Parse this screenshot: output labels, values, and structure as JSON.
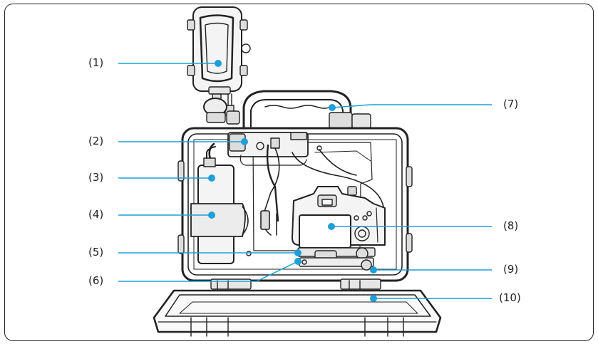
{
  "callouts": [
    {
      "id": "1",
      "text": "(1)"
    },
    {
      "id": "2",
      "text": "(2)"
    },
    {
      "id": "3",
      "text": "(3)"
    },
    {
      "id": "4",
      "text": "(4)"
    },
    {
      "id": "5",
      "text": "(5)"
    },
    {
      "id": "6",
      "text": "(6)"
    },
    {
      "id": "7",
      "text": "(7)"
    },
    {
      "id": "8",
      "text": "(8)"
    },
    {
      "id": "9",
      "text": "(9)"
    },
    {
      "id": "10",
      "text": "(10)"
    }
  ],
  "colors": {
    "leader": "#1e9fd8",
    "marker": "#1e9fd8",
    "stroke": "#222222"
  }
}
